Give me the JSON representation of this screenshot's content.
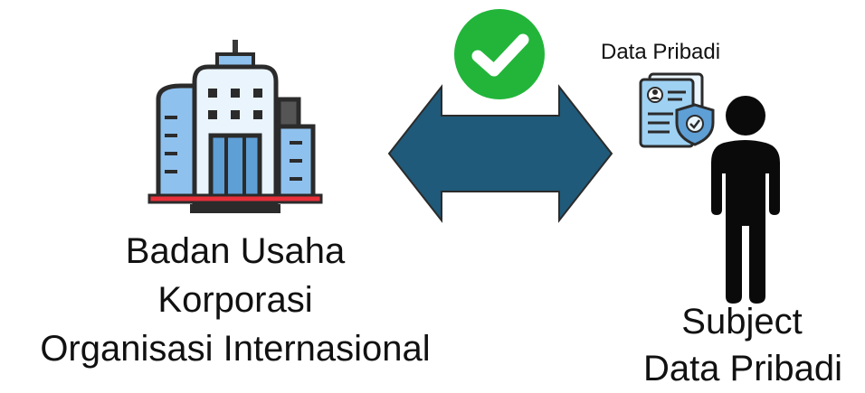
{
  "left_entity": {
    "lines": [
      "Badan Usaha",
      "Korporasi",
      "Organisasi Internasional"
    ]
  },
  "document_label": "Data Pribadi",
  "right_entity": {
    "lines": [
      "Subject",
      "Data Pribadi"
    ]
  },
  "icons": {
    "building": "office-building-icon",
    "check": "checkmark-icon",
    "arrow": "double-arrow-icon",
    "document": "personal-data-document-shield-icon",
    "person": "person-silhouette-icon"
  },
  "colors": {
    "arrow": "#1f5a7a",
    "check_green": "#22b53a",
    "building_blue": "#8fc1ee",
    "building_dark": "#3a3a3a",
    "building_red": "#e8303a",
    "document_blue": "#9fd1f2"
  }
}
